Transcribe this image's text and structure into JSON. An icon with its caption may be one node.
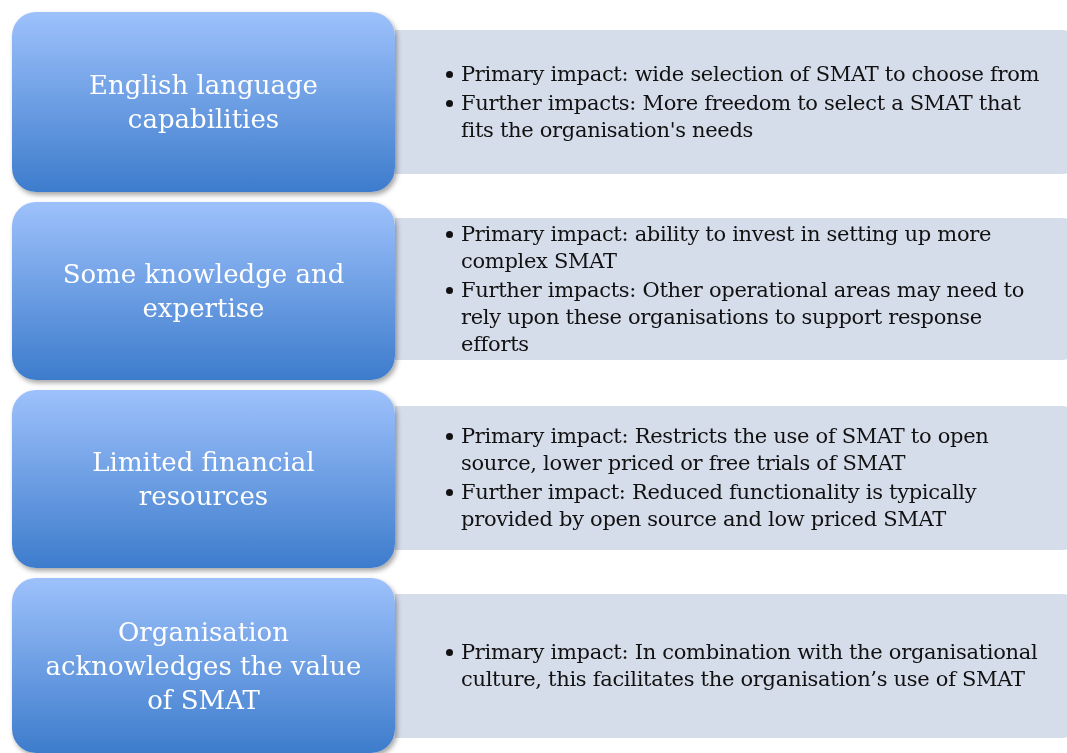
{
  "diagram": {
    "nodes": [
      {
        "text": [
          "English language capabilities"
        ]
      },
      {
        "text": [
          "Primary impact: wide selection of SMAT to choose from",
          "Further impacts: More freedom to select a SMAT that fits the organisation's needs"
        ]
      },
      {
        "text": [
          "Some knowledge and expertise"
        ]
      },
      {
        "text": [
          "Primary impact: ability to invest in setting up more complex SMAT",
          "Further impacts: Other operational areas may need to rely upon these organisations to support response efforts"
        ]
      },
      {
        "text": [
          "Limited financial resources"
        ]
      },
      {
        "text": [
          "Primary impact: Restricts the use of SMAT to open source, lower priced or free trials of SMAT",
          "Further impact: Reduced functionality is typically provided by open source and low priced SMAT"
        ]
      },
      {
        "text": [
          "Organisation acknowledges the value of SMAT"
        ]
      },
      {
        "text": [
          "Primary impact: In combination with the organisational culture, this facilitates the organisation’s use of SMAT"
        ]
      }
    ],
    "edges": []
  }
}
